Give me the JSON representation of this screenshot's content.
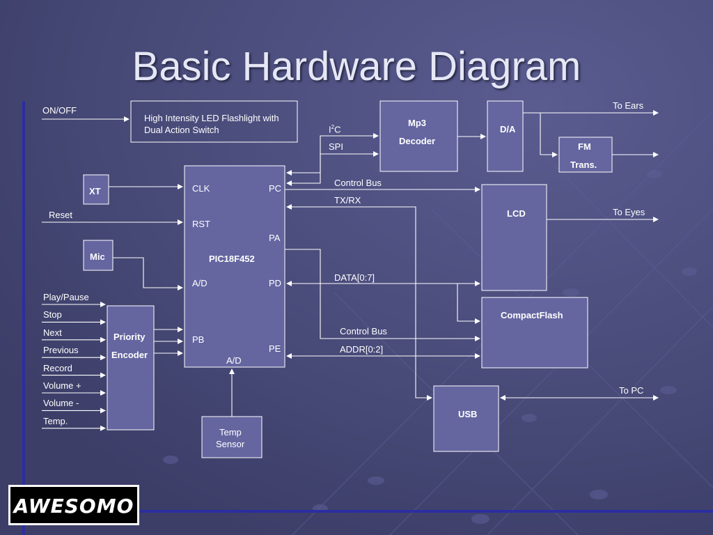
{
  "slide": {
    "title": "Basic Hardware Diagram",
    "colors": {
      "background": "#4a4c7c",
      "box_fill": "#6566a0",
      "line": "#ffffff"
    }
  },
  "blocks": {
    "flashlight": "High Intensity LED Flashlight with\nDual Action Switch",
    "mp3_line1": "Mp3",
    "mp3_line2": "Decoder",
    "da": "D/A",
    "fm_line1": "FM",
    "fm_line2": "Trans.",
    "xt": "XT",
    "mic": "Mic",
    "pic": "PIC18F452",
    "lcd": "LCD",
    "compactflash": "CompactFlash",
    "priority_line1": "Priority",
    "priority_line2": "Encoder",
    "usb": "USB",
    "temp_line1": "Temp",
    "temp_line2": "Sensor"
  },
  "pins": {
    "clk": "CLK",
    "rst": "RST",
    "ad": "A/D",
    "pb": "PB",
    "pc": "PC",
    "pa": "PA",
    "pd": "PD",
    "pe": "PE",
    "ad_bottom": "A/D"
  },
  "signals": {
    "on_off": "ON/OFF",
    "reset": "Reset",
    "i2c_base": "I",
    "i2c_sup": "2",
    "i2c_tail": "C",
    "spi": "SPI",
    "control_bus_1": "Control Bus",
    "tx_rx": "TX/RX",
    "data": "DATA[0:7]",
    "control_bus_2": "Control Bus",
    "addr": "ADDR[0:2]",
    "to_ears": "To Ears",
    "to_eyes": "To Eyes",
    "to_pc": "To PC"
  },
  "buttons": [
    "Play/Pause",
    "Stop",
    "Next",
    "Previous",
    "Record",
    "Volume +",
    "Volume -",
    "Temp."
  ],
  "logo": "AWESOMO"
}
